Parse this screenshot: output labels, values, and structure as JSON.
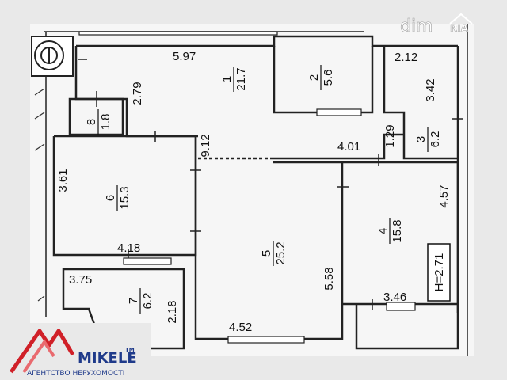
{
  "watermark": {
    "brand": "dim",
    "brand_suffix": "RIA",
    "color": "#ffffff"
  },
  "logo": {
    "name": "MIKELE",
    "tm": "TM",
    "tagline": "АГЕНТСТВО НЕРУХОМОСТІ",
    "accent_color": "#e0202a",
    "text_color": "#1f3a8a"
  },
  "rooms": [
    {
      "number": "1",
      "area": "21.7"
    },
    {
      "number": "2",
      "area": "5.6"
    },
    {
      "number": "3",
      "area": "6.2"
    },
    {
      "number": "4",
      "area": "15.8"
    },
    {
      "number": "5",
      "area": "25.2"
    },
    {
      "number": "6",
      "area": "15.3"
    },
    {
      "number": "7",
      "area": "6.2"
    },
    {
      "number": "8",
      "area": "1.8"
    }
  ],
  "dimensions": {
    "room1_width": "5.97",
    "room1_depth": "2.79",
    "corridor_length": "9.12",
    "room3_width": "2.12",
    "room3_depth": "3.42",
    "room3_passage": "1.29",
    "room4_top_width": "4.01",
    "room4_depth": "4.57",
    "room4_bottom_width": "3.46",
    "room5_depth": "5.58",
    "room5_width": "4.52",
    "room6_depth": "3.61",
    "room6_width": "4.18",
    "room7_width": "3.75",
    "room7_depth": "2.18"
  },
  "ceiling_height": "H=2.71"
}
